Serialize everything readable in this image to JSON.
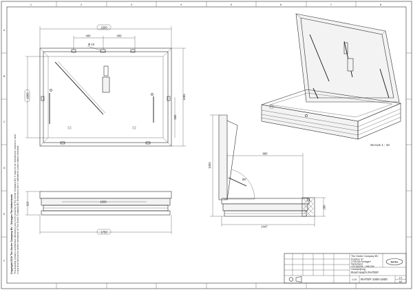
{
  "sheet": {
    "zone_numbers": [
      "1",
      "2",
      "3",
      "4",
      "5",
      "6",
      "7",
      "8"
    ],
    "zone_letters": [
      "A",
      "B",
      "C",
      "D",
      "E",
      "F"
    ]
  },
  "plan_view": {
    "dim_overall_width": "1500",
    "dim_left_hinge": "400",
    "dim_right_hinge": "400",
    "dim_pin": "Ø 10",
    "dim_inner_height": "1000",
    "dim_outer_height": "1085",
    "dim_partial": "500"
  },
  "front_elevation": {
    "dim_width": "1500",
    "dim_height": "110",
    "dim_overall": "1750"
  },
  "side_elevation": {
    "dim_opening_height": "1060",
    "dim_depth": "860",
    "dim_angle": "85°",
    "dim_overall_depth": "1447",
    "dim_frame_height": "280"
  },
  "isometric": {
    "scale_label": "SCALE 1 : 10"
  },
  "copyright": {
    "title": "Copyright 2019 The Gorter Company BV - Schagen The Netherlands",
    "line1": "This drawing contains confidential information and is the property of The Gorter Company BV. It may not be reproduced, copied or used",
    "line2": "in any form without the written permission of The Gorter Company BV. Dimensions are in millimetres unless stated otherwise."
  },
  "title_block": {
    "company": "The Gorter Company BV",
    "address_lines": [
      "Postbus 37",
      "1740 AA Schagen",
      "Nederland",
      "+31 (0)224 - 298 200"
    ],
    "logo_text": "Gorter",
    "description_label": "Omschrijving",
    "description": "Roof Hatch RHTEP",
    "scale_value": "1:10",
    "drawing_number": "RHTEP 1000-1500",
    "sheet_number": "1/1",
    "sheet_size": "A2"
  },
  "colors": {
    "line": "#2a2a2a",
    "paper": "#ffffff"
  }
}
